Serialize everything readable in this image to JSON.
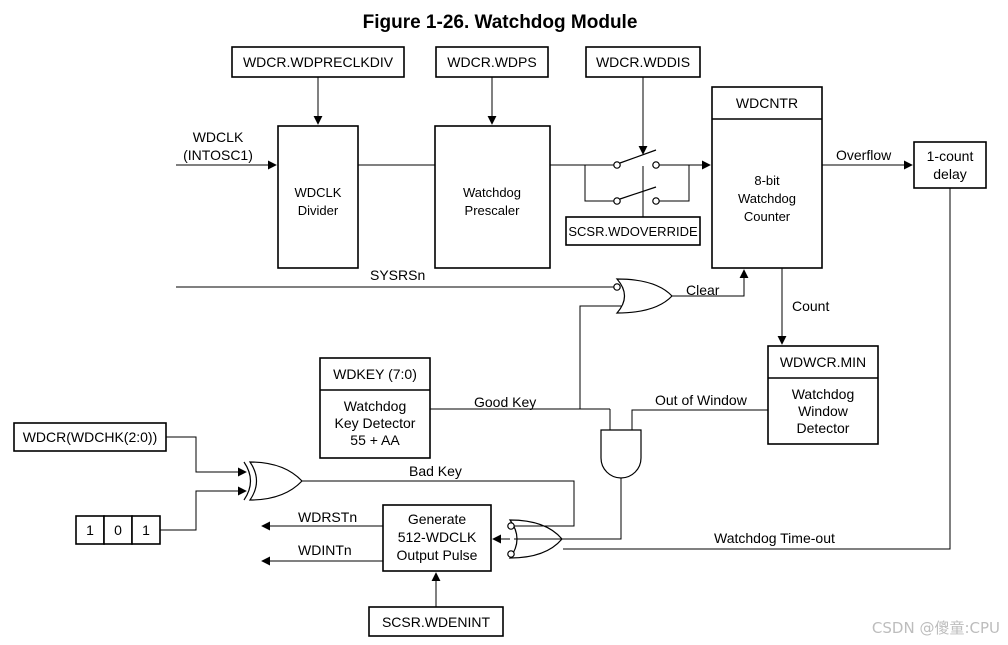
{
  "title": "Figure 1-26. Watchdog Module",
  "registers": {
    "wdprclkdiv": "WDCR.WDPRECLKDIV",
    "wdps": "WDCR.WDPS",
    "wddis": "WDCR.WDDIS",
    "wdcntr": "WDCNTR",
    "wdoverride": "SCSR.WDOVERRIDE",
    "wdwcr_min": "WDWCR.MIN",
    "wdkey": "WDKEY (7:0)",
    "wdchk": "WDCR(WDCHK(2:0))",
    "wdenint": "SCSR.WDENINT"
  },
  "blocks": {
    "divider": [
      "WDCLK",
      "Divider"
    ],
    "prescaler": [
      "Watchdog",
      "Prescaler"
    ],
    "counter": [
      "8-bit",
      "Watchdog",
      "Counter"
    ],
    "delay": [
      "1-count",
      "delay"
    ],
    "key_detector": [
      "Watchdog",
      "Key Detector",
      "55 + AA"
    ],
    "window_detector": [
      "Watchdog",
      "Window",
      "Detector"
    ],
    "pulse": [
      "Generate",
      "512-WDCLK",
      "Output Pulse"
    ]
  },
  "bits": [
    "1",
    "0",
    "1"
  ],
  "signals": {
    "wdclk": [
      "WDCLK",
      "(INTOSC1)"
    ],
    "sysrsn": "SYSRSn",
    "clear": "Clear",
    "overflow": "Overflow",
    "count": "Count",
    "good_key": "Good Key",
    "out_of_window": "Out of Window",
    "bad_key": "Bad Key",
    "wdrstn": "WDRSTn",
    "wdintn": "WDINTn",
    "timeout": "Watchdog Time-out"
  },
  "watermark": "CSDN @傻童:CPU"
}
